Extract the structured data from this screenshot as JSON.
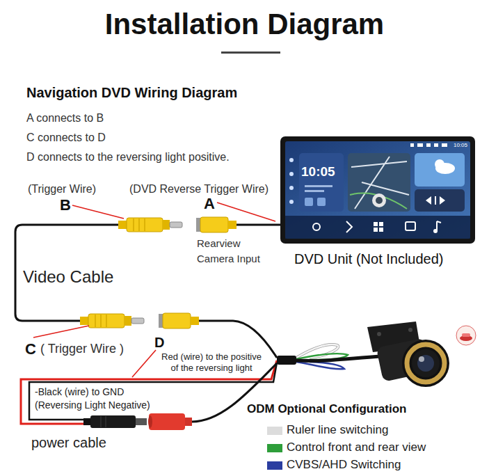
{
  "diagram": {
    "title": "Installation Diagram",
    "nodes": [
      {
        "text": [
          "10:05",
          "DVD Unit (Not Included)"
        ]
      }
    ],
    "labels": [
      "Navigation DVD Wiring Diagram",
      "A connects to B",
      "C connects to D",
      "D connects to the reversing light positive.",
      "(Trigger Wire)",
      "(DVD Reverse Trigger Wire)",
      "B",
      "A",
      "10:05",
      "Rearview Camera Input",
      "Video Cable",
      "C",
      "( Trigger Wire )",
      "D",
      "Red (wire) to the positive of the reversing light",
      "-Black (wire) to GND (Reversing Light Negative)",
      "power cable",
      "ODM Optional Configuration"
    ],
    "legend": [
      {
        "text": "Ruler line switching",
        "color": "#dcdcdc"
      },
      {
        "text": "Control front and rear view",
        "color": "#2e9e3a"
      },
      {
        "text": "CVBS/AHD Switching",
        "color": "#2b3ea0"
      }
    ]
  }
}
